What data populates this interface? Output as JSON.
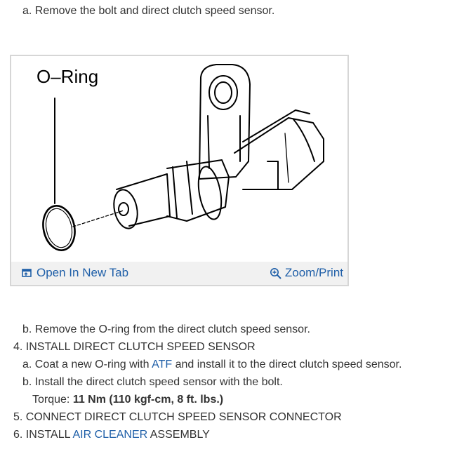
{
  "steps": {
    "a_remove": "a. Remove the bolt and direct clutch speed sensor.",
    "b_remove_oring": "b. Remove the O-ring from the direct clutch speed sensor.",
    "step4": "4. INSTALL DIRECT CLUTCH SPEED SENSOR",
    "step4a_pre": "a. Coat a new O-ring with ",
    "step4a_link": "ATF",
    "step4a_post": " and install it to the direct clutch speed sensor.",
    "step4b": "b. Install the direct clutch speed sensor with the bolt.",
    "torque_label": "Torque: ",
    "torque_value": "11 Nm (110 kgf-cm, 8 ft. lbs.)",
    "step5": "5. CONNECT DIRECT CLUTCH SPEED SENSOR CONNECTOR",
    "step6_pre": "6. INSTALL ",
    "step6_link": "AIR CLEANER",
    "step6_post": " ASSEMBLY"
  },
  "figure": {
    "callout_label": "O–Ring",
    "open_tab_label": "Open In New Tab",
    "zoom_label": "Zoom/Print",
    "open_tab_icon": "open-in-new-tab-icon",
    "zoom_icon": "zoom-icon"
  },
  "colors": {
    "text": "#333333",
    "link": "#1f5fa8",
    "figure_border": "#d6d6d6",
    "figure_bar": "#f1f1f1"
  }
}
